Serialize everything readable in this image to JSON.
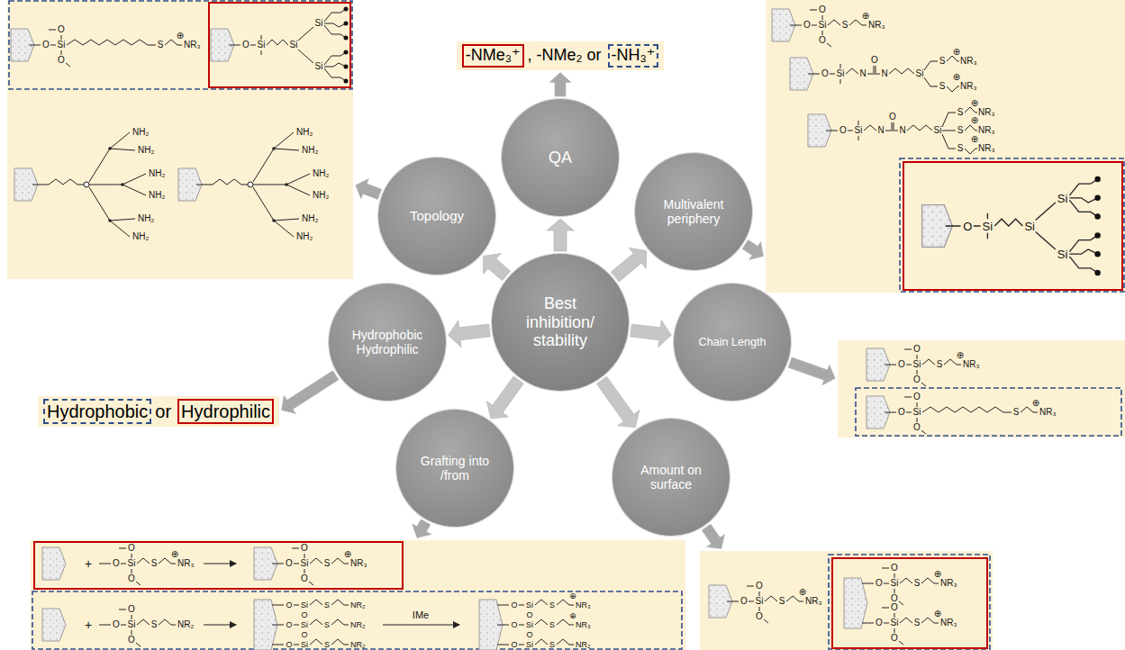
{
  "diagram": {
    "nodes": [
      {
        "text": [
          "O",
          "Si",
          "O",
          "O",
          "S",
          "⊕",
          "NR₃",
          "O",
          "Si",
          "Si",
          "Si",
          "Si",
          "NH₂",
          "NH₂",
          "NH₂",
          "NH₂",
          "NH₂",
          "NH₂",
          "NH₂",
          "NH₂",
          "NH₂",
          "NH₂",
          "NH₂",
          "NH₂"
        ]
      },
      {
        "text": [
          "-NMe₃⁺",
          ", -NMe₂ or",
          "-NH₃⁺"
        ]
      },
      {
        "text": [
          "O",
          "Si",
          "O",
          "O",
          "S",
          "⊕",
          "NR₃",
          "O",
          "Si",
          "N",
          "O",
          "N",
          "Si",
          "S",
          "⊕",
          "NR₃",
          "S",
          "⊕",
          "NR₃",
          "O",
          "Si",
          "N",
          "O",
          "N",
          "Si",
          "S",
          "⊕",
          "NR₃",
          "S",
          "⊕",
          "NR₃",
          "S",
          "⊕",
          "NR₃",
          "O",
          "Si",
          "Si",
          "Si",
          "Si"
        ]
      },
      {
        "text": [
          "Topology"
        ]
      },
      {
        "text": [
          "QA"
        ]
      },
      {
        "text": [
          "Multivalent periphery"
        ]
      },
      {
        "text": [
          "Hydrophobic Hydrophilic"
        ]
      },
      {
        "text": [
          "Best inhibition/ stability"
        ]
      },
      {
        "text": [
          "Chain Length"
        ]
      },
      {
        "text": [
          "Hydrophobic",
          "or",
          "Hydrophilic"
        ]
      },
      {
        "text": [
          "O",
          "Si",
          "O",
          "O",
          "S",
          "⊕",
          "NR₃",
          "O",
          "Si",
          "O",
          "O",
          "S",
          "⊕",
          "NR₃"
        ]
      },
      {
        "text": [
          "Grafting into /from"
        ]
      },
      {
        "text": [
          "Amount on surface"
        ]
      },
      {
        "text": [
          "+",
          "O",
          "Si",
          "O",
          "O",
          "S",
          "⊕",
          "NR₃",
          "O",
          "Si",
          "O",
          "O",
          "S",
          "⊕",
          "NR₃",
          "+",
          "O",
          "Si",
          "O",
          "O",
          "S",
          "NR₂",
          "O",
          "Si",
          "S",
          "NR₂",
          "O",
          "Si",
          "S",
          "NR₂",
          "O",
          "Si",
          "S",
          "NR₂",
          "O",
          "O",
          "IMe",
          "O",
          "Si",
          "S",
          "⊕",
          "NR₃",
          "O",
          "Si",
          "S",
          "⊕",
          "NR₃",
          "O",
          "Si",
          "S",
          "NR₂",
          "O",
          "O"
        ]
      },
      {
        "text": [
          "O",
          "Si",
          "O",
          "O",
          "S",
          "⊕",
          "NR₃",
          "O",
          "Si",
          "O",
          "O",
          "S",
          "⊕",
          "NR₃",
          "O",
          "Si",
          "O",
          "O",
          "S",
          "⊕",
          "NR₃"
        ]
      }
    ],
    "edges": [
      {
        "from": 7,
        "to": 4,
        "arrow": "to"
      },
      {
        "from": 7,
        "to": 5,
        "arrow": "to"
      },
      {
        "from": 7,
        "to": 8,
        "arrow": "to"
      },
      {
        "from": 7,
        "to": 12,
        "arrow": "to"
      },
      {
        "from": 7,
        "to": 11,
        "arrow": "to"
      },
      {
        "from": 7,
        "to": 6,
        "arrow": "to"
      },
      {
        "from": 7,
        "to": 3,
        "arrow": "to"
      },
      {
        "from": 4,
        "to": 1,
        "arrow": "to"
      },
      {
        "from": 5,
        "to": 2,
        "arrow": "to"
      },
      {
        "from": 8,
        "to": 10,
        "arrow": "to"
      },
      {
        "from": 12,
        "to": 14,
        "arrow": "to"
      },
      {
        "from": 11,
        "to": 13,
        "arrow": "to"
      },
      {
        "from": 6,
        "to": 9,
        "arrow": "to"
      },
      {
        "from": 3,
        "to": 0,
        "arrow": "to"
      }
    ]
  }
}
